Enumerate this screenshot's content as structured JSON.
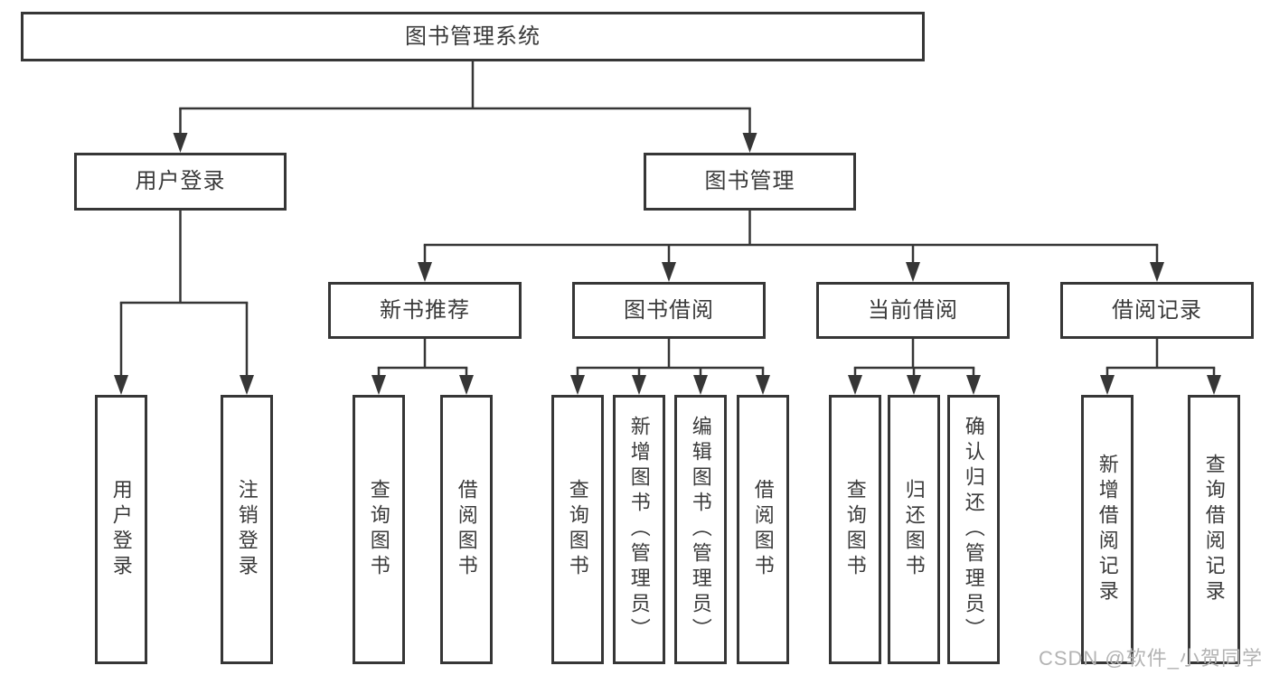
{
  "diagram": {
    "nodes": [
      {
        "id": "root",
        "label": "图书管理系统",
        "parent": null
      },
      {
        "id": "user-login-branch",
        "label": "用户登录",
        "parent": "root"
      },
      {
        "id": "book-management",
        "label": "图书管理",
        "parent": "root"
      },
      {
        "id": "user-login",
        "label": "用户登录",
        "parent": "user-login-branch"
      },
      {
        "id": "logout",
        "label": "注销登录",
        "parent": "user-login-branch"
      },
      {
        "id": "new-book-recommend",
        "label": "新书推荐",
        "parent": "book-management"
      },
      {
        "id": "book-borrowing",
        "label": "图书借阅",
        "parent": "book-management"
      },
      {
        "id": "current-borrowing",
        "label": "当前借阅",
        "parent": "book-management"
      },
      {
        "id": "borrowing-records",
        "label": "借阅记录",
        "parent": "book-management"
      },
      {
        "id": "search-books-recommend",
        "label": "查询图书",
        "parent": "new-book-recommend"
      },
      {
        "id": "borrow-books-recommend",
        "label": "借阅图书",
        "parent": "new-book-recommend"
      },
      {
        "id": "search-books-borrowing",
        "label": "查询图书",
        "parent": "book-borrowing"
      },
      {
        "id": "add-books-admin",
        "label": "新增图书（管理员）",
        "parent": "book-borrowing"
      },
      {
        "id": "edit-books-admin",
        "label": "编辑图书（管理员）",
        "parent": "book-borrowing"
      },
      {
        "id": "borrow-books",
        "label": "借阅图书",
        "parent": "book-borrowing"
      },
      {
        "id": "search-books-current",
        "label": "查询图书",
        "parent": "current-borrowing"
      },
      {
        "id": "return-books",
        "label": "归还图书",
        "parent": "current-borrowing"
      },
      {
        "id": "confirm-return-admin",
        "label": "确认归还（管理员）",
        "parent": "current-borrowing"
      },
      {
        "id": "add-borrowing-record",
        "label": "新增借阅记录",
        "parent": "borrowing-records"
      },
      {
        "id": "search-borrowing-record",
        "label": "查询借阅记录",
        "parent": "borrowing-records"
      }
    ]
  },
  "watermark": {
    "text": "CSDN @软件_小贺同学"
  },
  "colors": {
    "line": "#363636",
    "text": "#3a3a3a",
    "box_background": "#ffffff",
    "page_background": "#ffffff",
    "watermark": "#b3b3b3"
  }
}
